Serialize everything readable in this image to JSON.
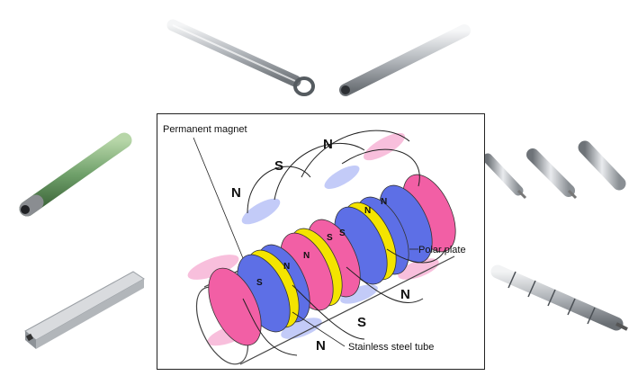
{
  "diagram": {
    "labels": {
      "permanent_magnet": "Permanent magnet",
      "polar_plate": "Polar plate",
      "stainless_steel_tube": "Stainless steel tube"
    },
    "poles": {
      "n_top": "N",
      "s_top": "S",
      "n_left": "N",
      "n_right": "N",
      "s_bottom": "S",
      "n_bottom": "N",
      "seg_s1": "S",
      "seg_n1": "N",
      "seg_n2": "N",
      "seg_s2": "S",
      "seg_s3": "S",
      "seg_n3": "N",
      "seg_n4": "N"
    },
    "colors": {
      "magnet_pink": "#f25fa5",
      "magnet_blue": "#5d6fe6",
      "polar_plate": "#f4e400",
      "field_pink": "#f7b4d6",
      "field_blue": "#b9c3f7"
    }
  },
  "photos": [
    {
      "name": "magnet-rod-with-eyelet",
      "color": "#c9ccd0"
    },
    {
      "name": "magnet-rod-plain",
      "color": "#c9ccd0"
    },
    {
      "name": "magnet-rod-green-sleeve",
      "color": "#6fa06a"
    },
    {
      "name": "magnet-rods-short-group",
      "color": "#c9ccd0"
    },
    {
      "name": "magnet-bar-square",
      "color": "#c9ccd0"
    },
    {
      "name": "magnet-rod-segmented",
      "color": "#c9ccd0"
    }
  ]
}
